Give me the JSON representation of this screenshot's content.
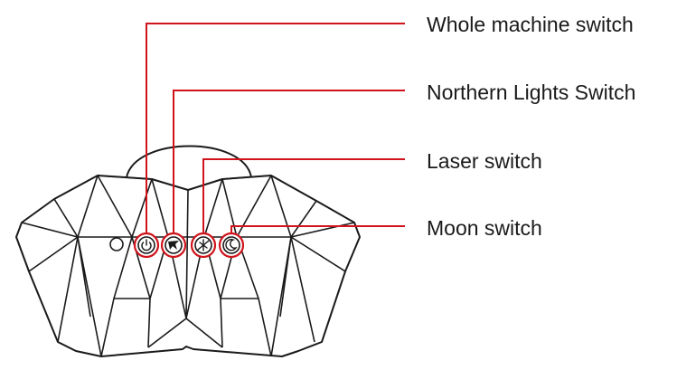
{
  "colors": {
    "leader_line": "#d0141c",
    "outline": "#1a1a1a",
    "background": "#ffffff"
  },
  "callouts": [
    {
      "label": "Whole machine switch",
      "icon": "power-icon"
    },
    {
      "label": "Northern Lights Switch",
      "icon": "aurora-icon"
    },
    {
      "label": "Laser switch",
      "icon": "laser-icon"
    },
    {
      "label": "Moon switch",
      "icon": "moon-icon"
    }
  ],
  "device": {
    "name_icon": "star-projector-device",
    "extra_button_icon": "round-button-icon"
  }
}
